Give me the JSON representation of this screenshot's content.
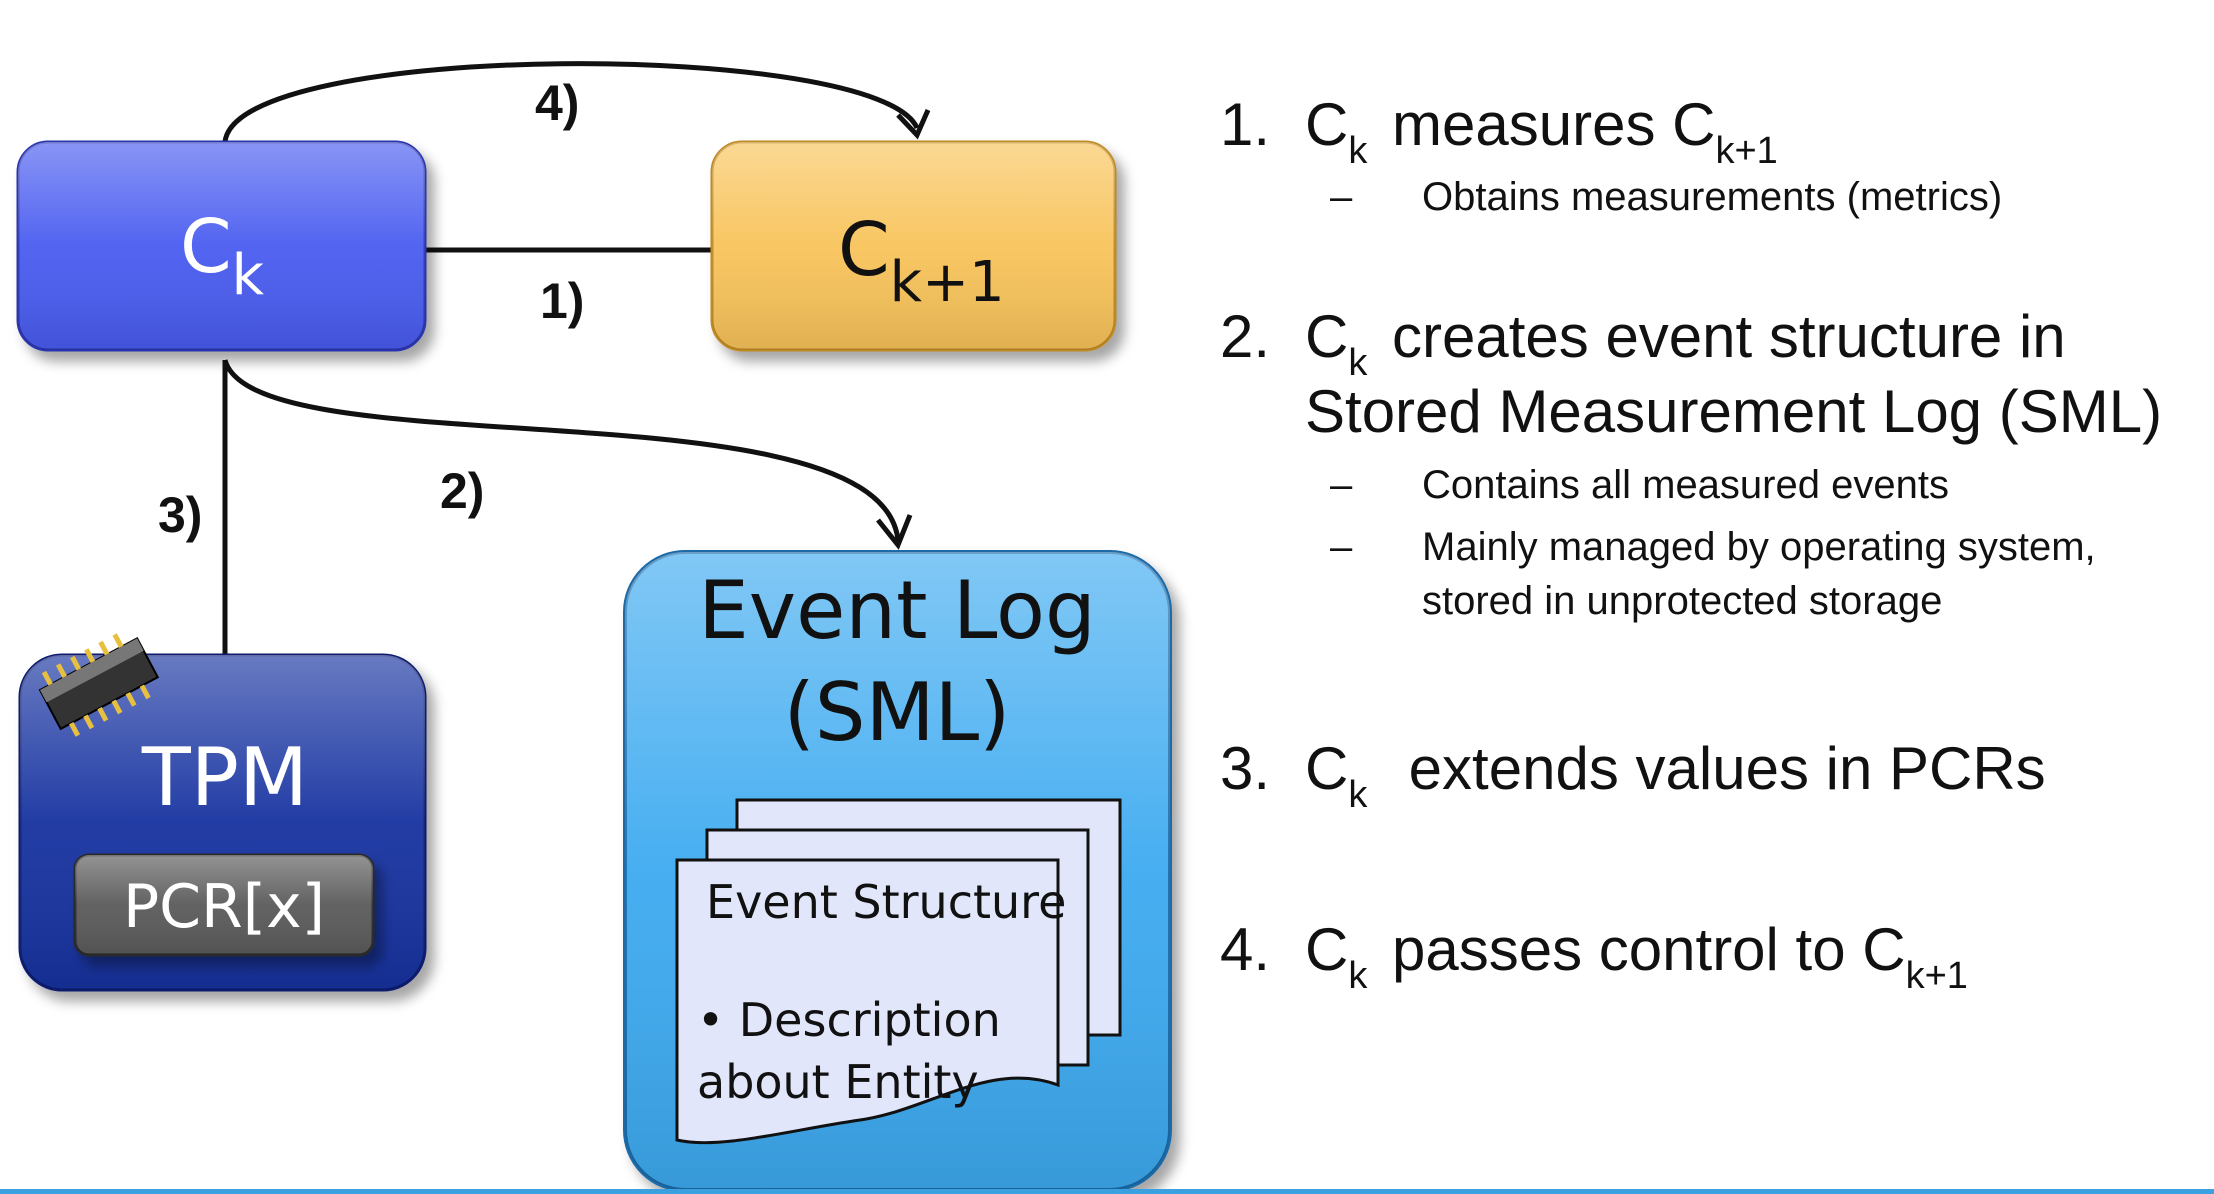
{
  "diagram": {
    "ck_box": {
      "base": "C",
      "sub": "k"
    },
    "ck1_box": {
      "base": "C",
      "sub": "k+1"
    },
    "tpm_box": {
      "label": "TPM",
      "pcr_label": "PCR[x]"
    },
    "event_log_box": {
      "title_line1": "Event Log",
      "title_line2": "(SML)"
    },
    "event_structure": {
      "title": "Event Structure",
      "bullet_line1": "• Description",
      "bullet_line2": "about Entity"
    },
    "arrows": {
      "step1": "1)",
      "step2": "2)",
      "step3": "3)",
      "step4": "4)"
    },
    "colors": {
      "ck_fill": "#4a5cf0",
      "ck1_fill": "#f8c35a",
      "tpm_fill": "#1530a0",
      "pcr_fill": "#5a5a5a",
      "event_log_fill": "#3eaaf0",
      "page_fill": "#e2e6fb"
    }
  },
  "steps": [
    {
      "number": "1.",
      "parts": [
        {
          "text": "C",
          "sub": "k"
        },
        {
          "text": " measures C",
          "sub": "k+1"
        }
      ],
      "bullets": [
        "Obtains measurements (metrics)"
      ]
    },
    {
      "number": "2.",
      "parts": [
        {
          "text": "C",
          "sub": "k"
        },
        {
          "text": " creates event structure in"
        }
      ],
      "line2": "Stored Measurement Log (SML)",
      "bullets": [
        "Contains all measured events",
        "Mainly managed by operating system,",
        "stored in unprotected storage"
      ]
    },
    {
      "number": "3.",
      "parts": [
        {
          "text": "C",
          "sub": "k"
        },
        {
          "text": "  extends values in PCRs"
        }
      ],
      "bullets": []
    },
    {
      "number": "4.",
      "parts": [
        {
          "text": "C",
          "sub": "k"
        },
        {
          "text": " passes control to C",
          "sub": "k+1"
        }
      ],
      "bullets": []
    }
  ],
  "bullet_dash": "–"
}
